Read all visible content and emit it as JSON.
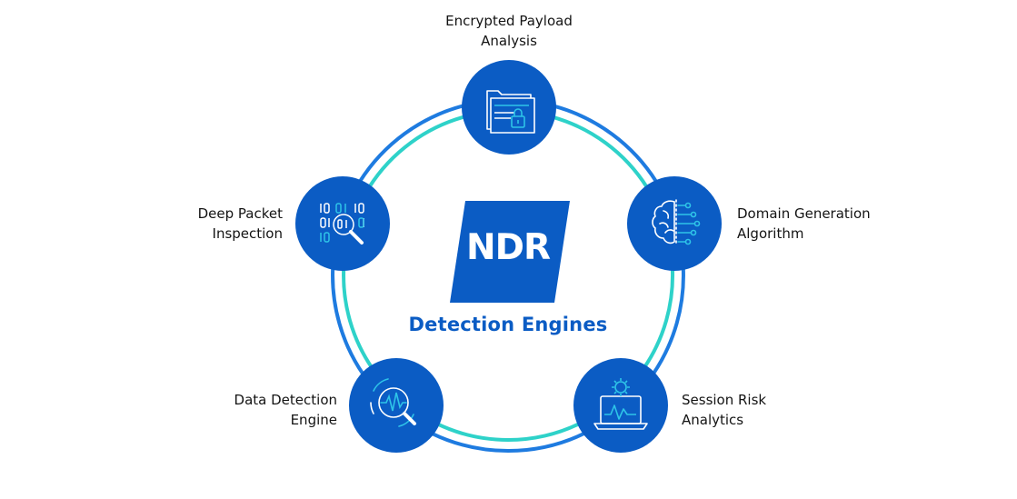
{
  "center": {
    "logo_text": "NDR",
    "title": "Detection Engines"
  },
  "colors": {
    "node_fill": "#0b5cc4",
    "ring_outer": "#1e7be0",
    "ring_inner": "#2ed2c9",
    "icon_accent": "#2ec4e8"
  },
  "nodes": [
    {
      "label_lines": [
        "Encrypted Payload",
        "Analysis"
      ],
      "icon": "encrypted-folder-icon"
    },
    {
      "label_lines": [
        "Domain Generation",
        "Algorithm"
      ],
      "icon": "ai-brain-icon"
    },
    {
      "label_lines": [
        "Session Risk",
        "Analytics"
      ],
      "icon": "laptop-analytics-icon"
    },
    {
      "label_lines": [
        "Data Detection",
        "Engine"
      ],
      "icon": "magnifier-waveform-icon"
    },
    {
      "label_lines": [
        "Deep Packet",
        "Inspection"
      ],
      "icon": "binary-magnifier-icon"
    }
  ]
}
